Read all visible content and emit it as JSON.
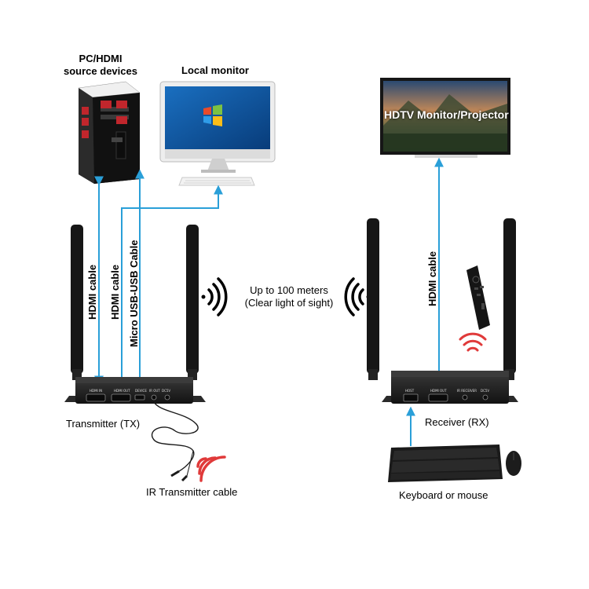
{
  "labels": {
    "pc_source": "PC/HDMI\nsource devices",
    "local_monitor": "Local monitor",
    "hdtv": "HDTV Monitor/Projector",
    "hdmi_cable_1": "HDMI cable",
    "hdmi_cable_2": "HDMI cable",
    "usb_cable": "Micro USB-USB Cable",
    "hdmi_cable_rx": "HDMI cable",
    "range_line1": "Up to 100 meters",
    "range_line2": "(Clear light of sight)",
    "transmitter": "Transmitter (TX)",
    "receiver": "Receiver (RX)",
    "ir_cable": "IR Transmitter cable",
    "keyboard_mouse": "Keyboard or mouse"
  },
  "tx_ports": [
    "HDMI IN",
    "HDMI OUT",
    "DEVICE",
    "IR OUT",
    "DC5V"
  ],
  "rx_ports": [
    "HOST",
    "HDMI OUT",
    "IR RECEIVER",
    "DC5V"
  ],
  "colors": {
    "cable": "#2a9fd8",
    "signal_red": "#e03a3a",
    "device_body": "#1c1c1c",
    "antenna": "#161616"
  }
}
